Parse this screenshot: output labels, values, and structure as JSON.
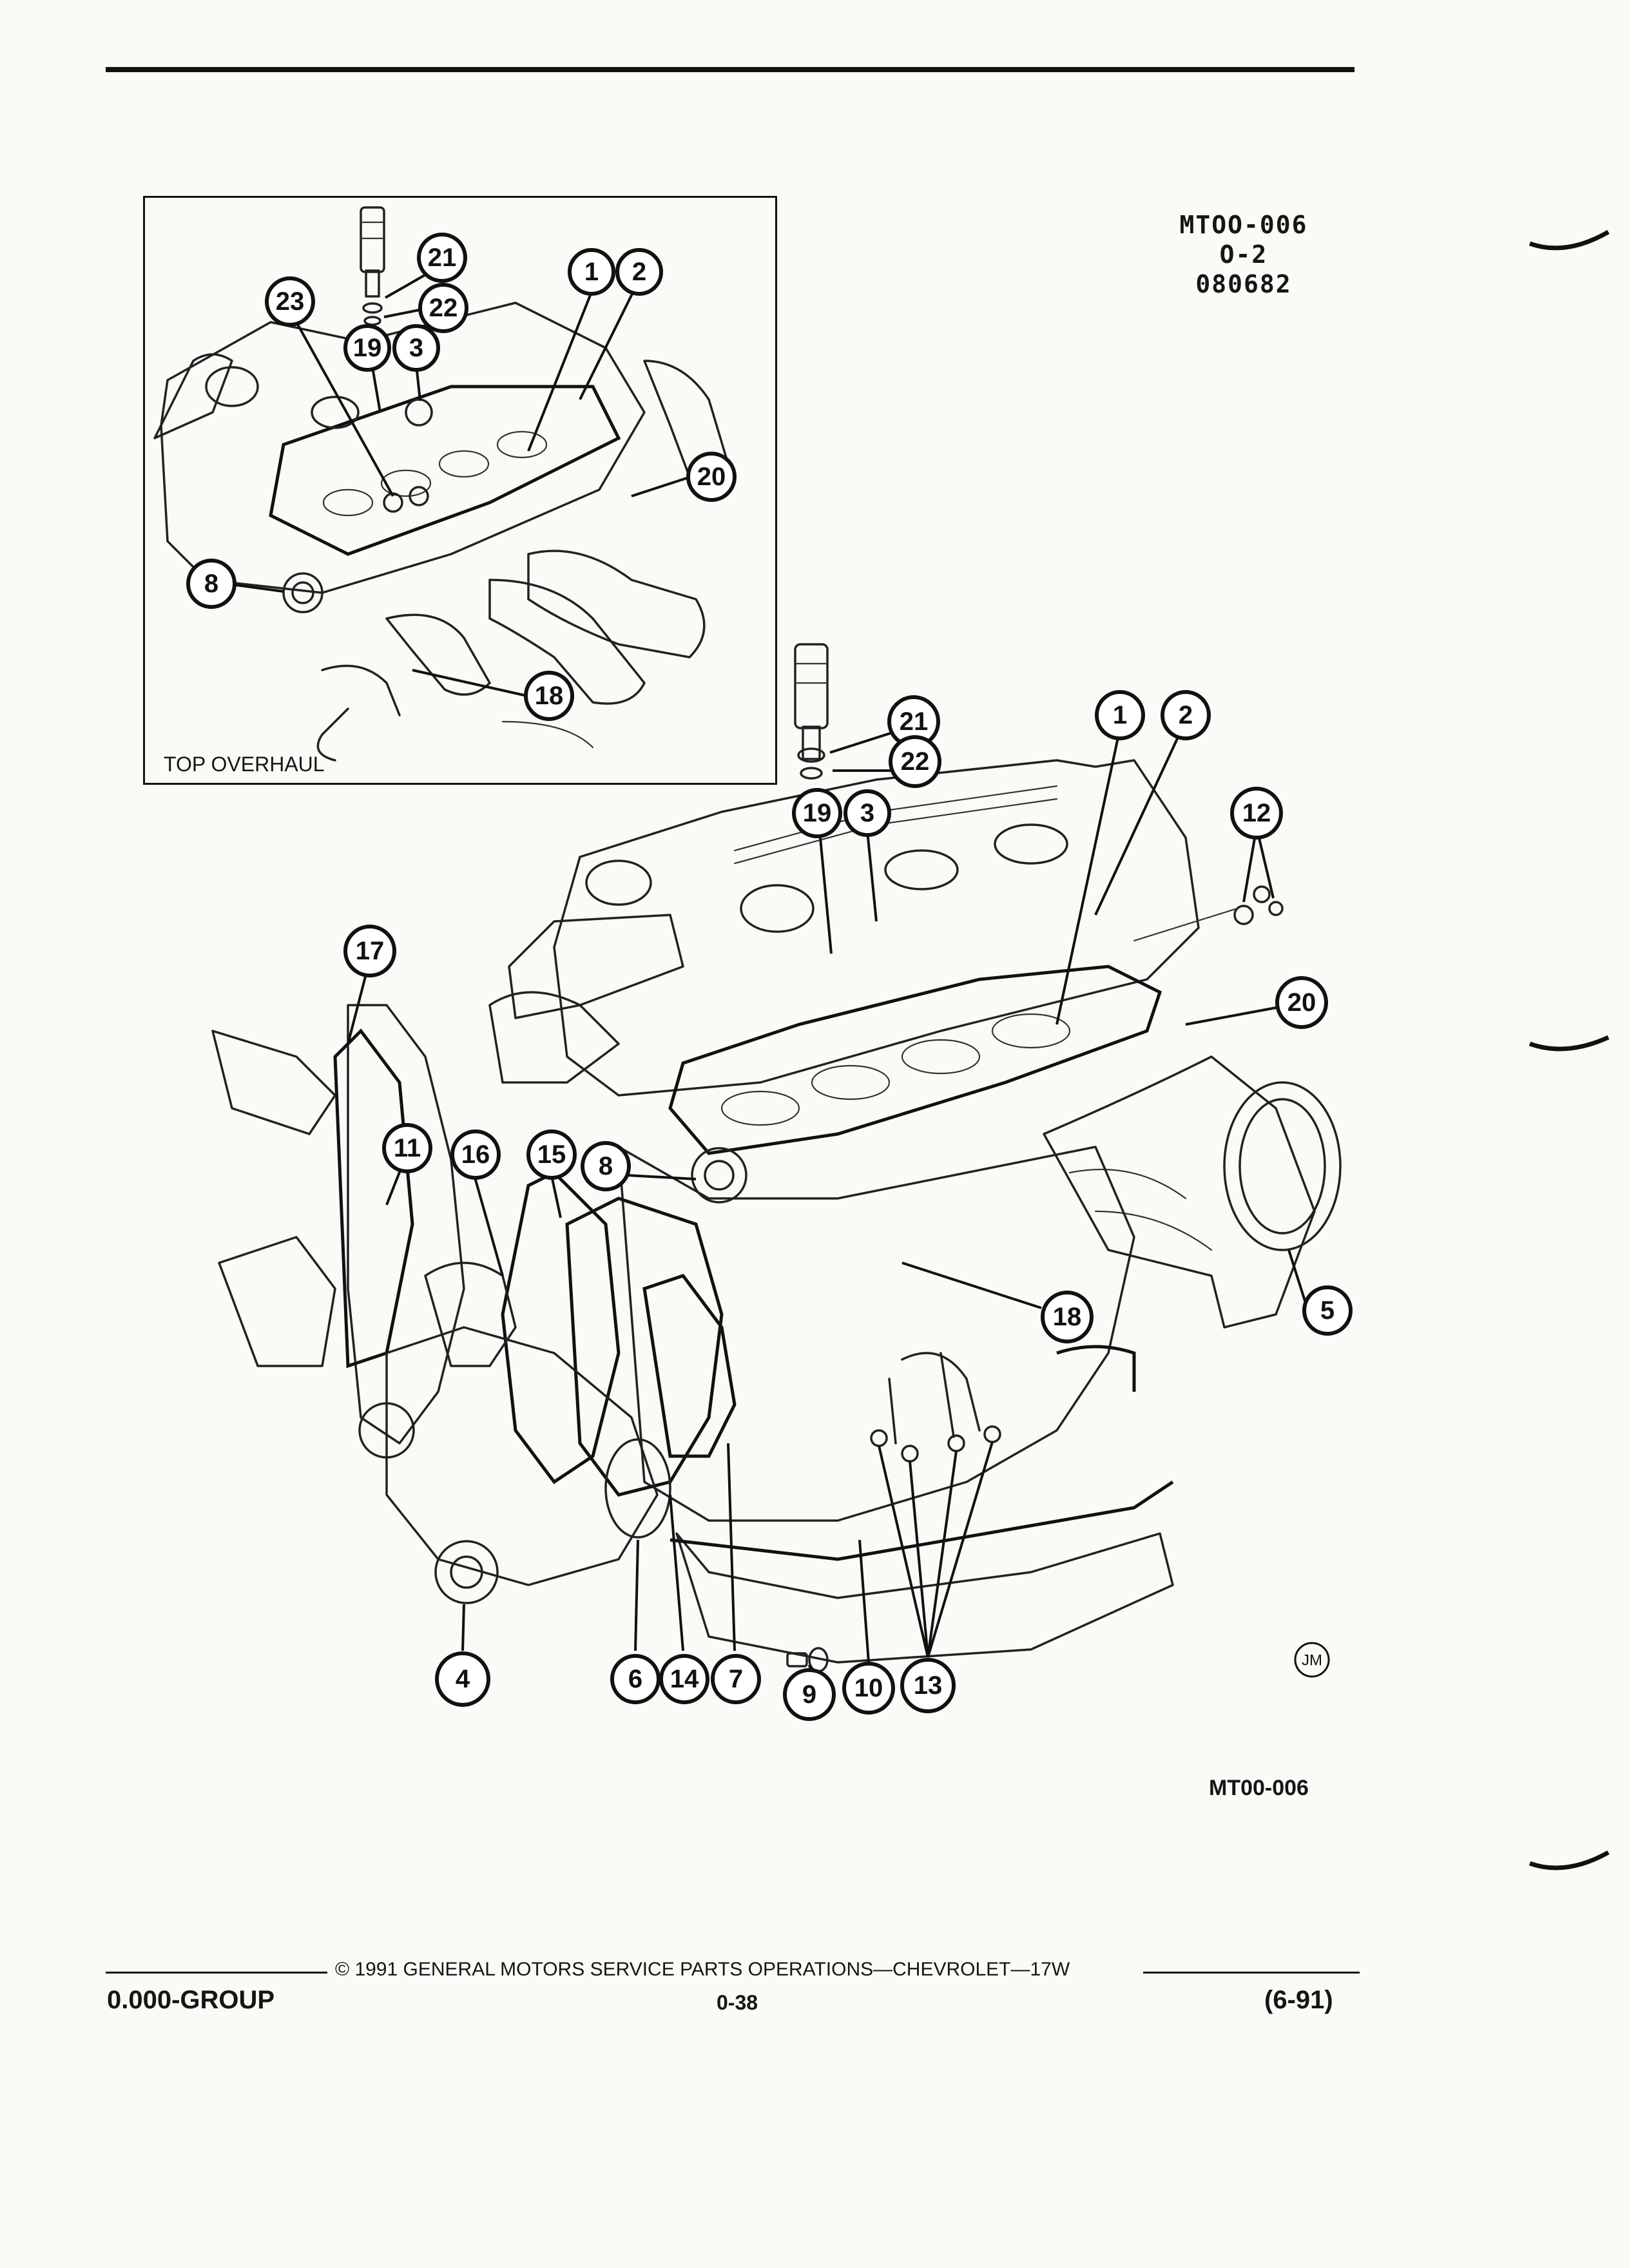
{
  "header": {
    "figure_code": "MTOO-006",
    "sheet": "O-2",
    "date_code": "080682"
  },
  "inset": {
    "caption": "TOP OVERHAUL",
    "callouts": [
      "21",
      "23",
      "1",
      "2",
      "22",
      "19",
      "3",
      "20",
      "8",
      "18"
    ]
  },
  "main": {
    "callouts": [
      "21",
      "1",
      "2",
      "22",
      "19",
      "3",
      "12",
      "17",
      "20",
      "11",
      "16",
      "15",
      "8",
      "18",
      "5",
      "4",
      "6",
      "14",
      "7",
      "9",
      "10",
      "13"
    ],
    "artist_mark": "JM",
    "figure_id": "MT00-006"
  },
  "footer": {
    "copyright": "© 1991 GENERAL MOTORS SERVICE PARTS OPERATIONS—CHEVROLET—17W",
    "group": "0.000-GROUP",
    "page": "0-38",
    "revision": "(6-91)"
  }
}
